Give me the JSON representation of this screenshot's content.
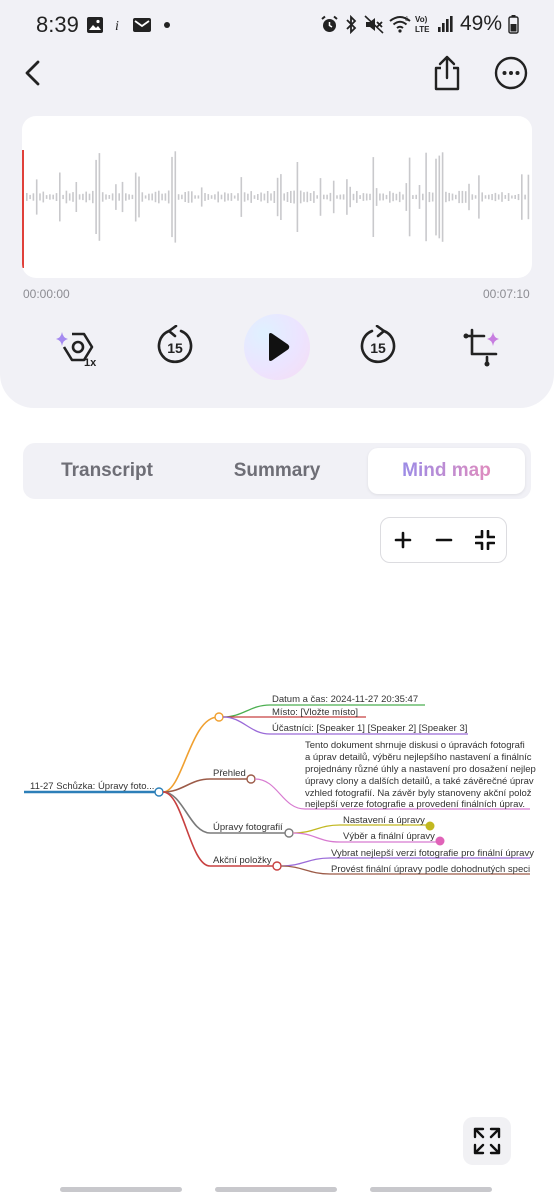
{
  "status_bar": {
    "time": "8:39",
    "battery": "49%",
    "icons": [
      "gallery-icon",
      "info-icon",
      "mail-icon",
      "dot-icon",
      "alarm-icon",
      "bluetooth-icon",
      "mute-icon",
      "wifi-icon",
      "volte-icon",
      "signal-icon",
      "battery-icon"
    ],
    "network_label": "Vo) LTE"
  },
  "header": {
    "back_icon": "chevron-left-icon",
    "share_icon": "share-icon",
    "more_icon": "more-horizontal-icon"
  },
  "player": {
    "current_time": "00:00:00",
    "total_time": "00:07:10",
    "progress": 0,
    "back_label": "15",
    "forward_label": "15",
    "speed_label": "1x",
    "accent_play": "#e9e4ff",
    "playhead_color": "#e0403a"
  },
  "tabs": {
    "transcript": "Transcript",
    "summary": "Summary",
    "mindmap": "Mind map",
    "active": "mindmap"
  },
  "zoom": {
    "zoom_in_icon": "plus-icon",
    "zoom_out_icon": "minus-icon",
    "fit_icon": "fit-screen-icon"
  },
  "mindmap": {
    "root": "11-27 Schůzka: Úpravy foto...",
    "branches": [
      {
        "label": "",
        "children": [
          "Datum a čas: 2024-11-27 20:35:47",
          "Místo: [Vložte místo]",
          "Účastníci: [Speaker 1] [Speaker 2] [Speaker 3]"
        ]
      },
      {
        "label": "Přehled",
        "lines": [
          "Tento dokument shrnuje diskusi o úpravách fotografi",
          "a úprav detailů, výběru nejlepšího nastavení a finálníc",
          "projednány různé úhly a nastavení pro dosažení nejlep",
          "úpravy clony a dalších detailů, a také závěrečné úprav",
          "vzhled fotografií. Na závěr byly stanoveny akční polož",
          "nejlepší verze fotografie a provedení finálních úprav."
        ]
      },
      {
        "label": "Úpravy fotografií",
        "children": [
          "Nastavení a úpravy",
          "Výběr a finální úpravy"
        ]
      },
      {
        "label": "Akční položky",
        "children": [
          "Vybrat nejlepší verzi fotografie pro finální úpravy",
          "Provést finální úpravy podle dohodnutých speci"
        ]
      }
    ],
    "colors": {
      "root": "#2c7fb8",
      "info": "#f0a030",
      "overview": "#9c5b48",
      "photo": "#7a7a7a",
      "actions": "#c84040"
    }
  },
  "fullscreen_icon": "expand-icon"
}
